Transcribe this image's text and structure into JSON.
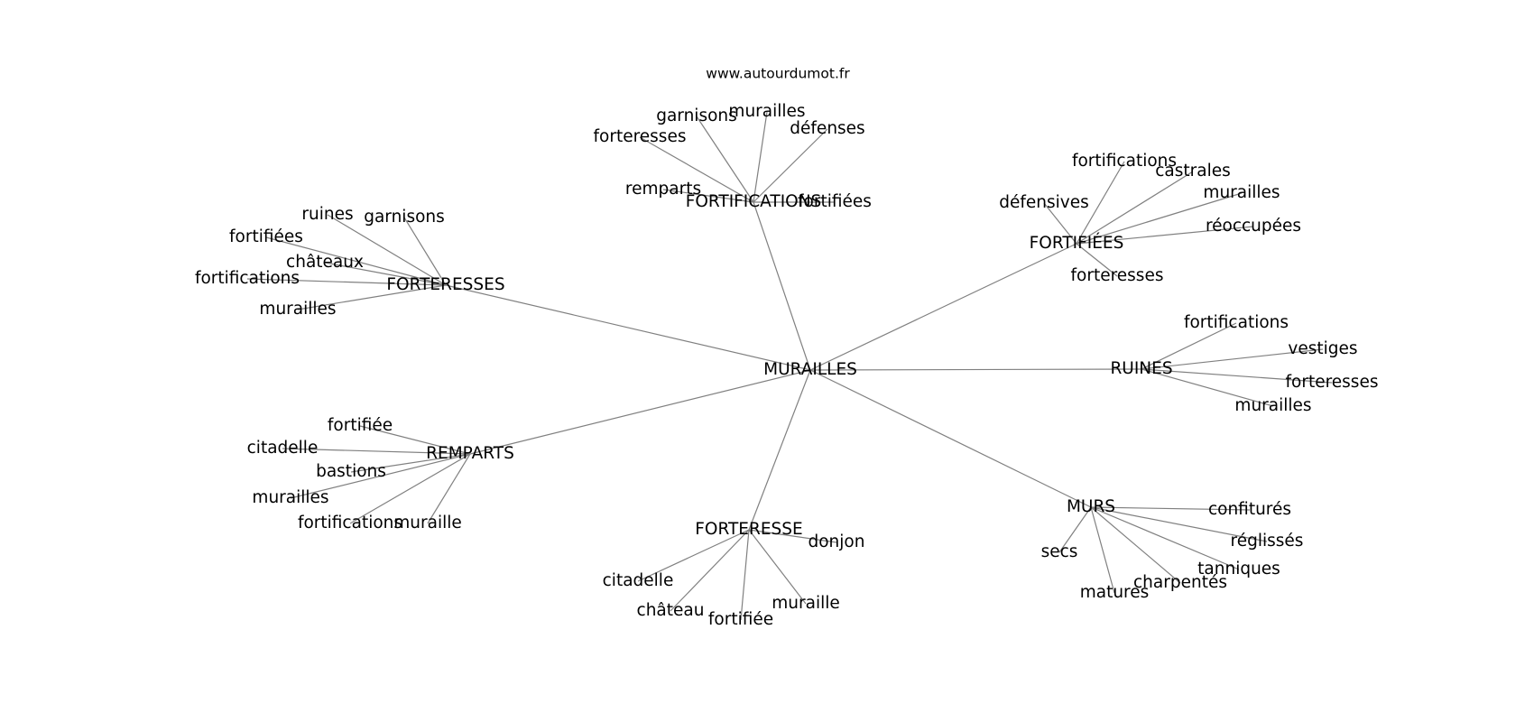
{
  "source": "www.autourdumot.fr",
  "center": "MURAILLES",
  "groups": [
    {
      "hub": "FORTIFICATIONS",
      "leaves": [
        "forteresses",
        "garnisons",
        "murailles",
        "défenses",
        "remparts",
        "fortifiées"
      ]
    },
    {
      "hub": "FORTIFIÉES",
      "leaves": [
        "fortifications",
        "castrales",
        "défensives",
        "murailles",
        "réoccupées",
        "forteresses"
      ]
    },
    {
      "hub": "FORTERESSES",
      "leaves": [
        "ruines",
        "garnisons",
        "fortifiées",
        "châteaux",
        "fortifications",
        "murailles"
      ]
    },
    {
      "hub": "RUINES",
      "leaves": [
        "fortifications",
        "vestiges",
        "forteresses",
        "murailles"
      ]
    },
    {
      "hub": "REMPARTS",
      "leaves": [
        "fortifiée",
        "citadelle",
        "bastions",
        "murailles",
        "fortifications",
        "muraille"
      ]
    },
    {
      "hub": "FORTERESSE",
      "leaves": [
        "donjon",
        "citadelle",
        "château",
        "fortifiée",
        "muraille"
      ]
    },
    {
      "hub": "MURS",
      "leaves": [
        "confiturés",
        "réglissés",
        "secs",
        "tanniques",
        "charpentés",
        "matures"
      ]
    }
  ]
}
